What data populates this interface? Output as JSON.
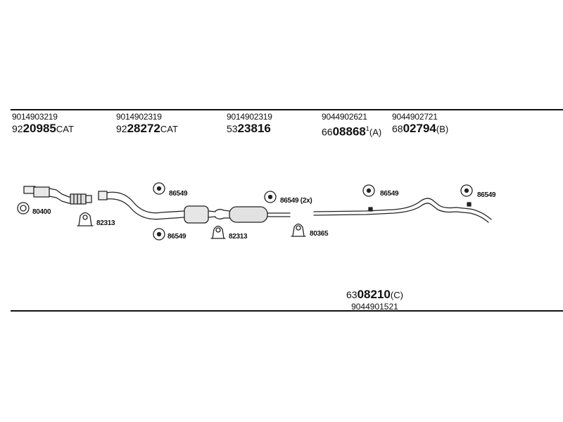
{
  "header_parts": [
    {
      "oe": "9014903219",
      "prefix": "92",
      "main": "20985",
      "sup": "",
      "suffix": "CAT"
    },
    {
      "oe": "9014902319",
      "prefix": "92",
      "main": "28272",
      "sup": "",
      "suffix": "CAT"
    },
    {
      "oe": "9014902319",
      "prefix": "53",
      "main": "23816",
      "sup": "",
      "suffix": ""
    },
    {
      "oe": "9044902621",
      "prefix": "66",
      "main": "08868",
      "sup": "1",
      "suffix": "(A)"
    },
    {
      "oe": "9044902721",
      "prefix": "68",
      "main": "02794",
      "sup": "",
      "suffix": "(B)"
    }
  ],
  "bottom_part": {
    "oe": "9044901521",
    "prefix": "63",
    "main": "08210",
    "suffix": "(C)"
  },
  "labels": {
    "gasket": "80400",
    "clamp_1": "82313",
    "hanger_1": "86549",
    "hanger_2": "86549",
    "hanger_3": "86549 (2x)",
    "clamp_2": "82313",
    "clamp_3": "80365",
    "hanger_4": "86549",
    "hanger_5": "86549"
  }
}
